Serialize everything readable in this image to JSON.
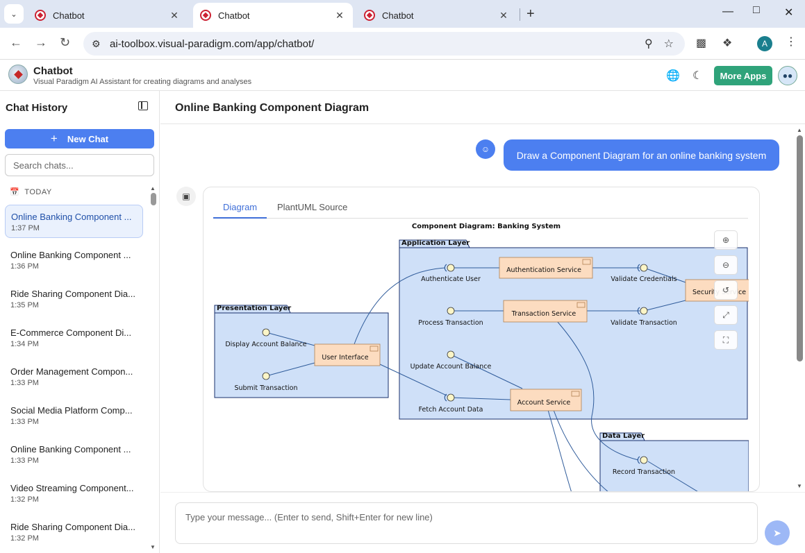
{
  "browser": {
    "tabs": [
      {
        "title": "Chatbot",
        "active": false
      },
      {
        "title": "Chatbot",
        "active": true
      },
      {
        "title": "Chatbot",
        "active": false
      }
    ],
    "url": "ai-toolbox.visual-paradigm.com/app/chatbot/",
    "profile_initial": "A"
  },
  "app": {
    "name": "Chatbot",
    "subtitle": "Visual Paradigm AI Assistant for creating diagrams and analyses",
    "more_apps_label": "More Apps"
  },
  "sidebar": {
    "title": "Chat History",
    "new_chat_label": "New Chat",
    "search_placeholder": "Search chats...",
    "group_label": "TODAY",
    "items": [
      {
        "title": "Online Banking Component ...",
        "time": "1:37 PM",
        "active": true
      },
      {
        "title": "Online Banking Component ...",
        "time": "1:36 PM"
      },
      {
        "title": "Ride Sharing Component Dia...",
        "time": "1:35 PM"
      },
      {
        "title": "E-Commerce Component Di...",
        "time": "1:34 PM"
      },
      {
        "title": "Order Management Compon...",
        "time": "1:33 PM"
      },
      {
        "title": "Social Media Platform Comp...",
        "time": "1:33 PM"
      },
      {
        "title": "Online Banking Component ...",
        "time": "1:33 PM"
      },
      {
        "title": "Video Streaming Component...",
        "time": "1:32 PM"
      },
      {
        "title": "Ride Sharing Component Dia...",
        "time": "1:32 PM"
      }
    ]
  },
  "chat": {
    "title": "Online Banking Component Diagram",
    "user_message": "Draw a Component Diagram for an online banking system",
    "tabs": [
      "Diagram",
      "PlantUML Source"
    ],
    "input_placeholder": "Type your message... (Enter to send, Shift+Enter for new line)"
  },
  "diagram": {
    "title": "Component Diagram: Banking System",
    "packages": {
      "presentation": "Presentation Layer",
      "application": "Application Layer",
      "data": "Data Layer"
    },
    "components": {
      "ui": "User Interface",
      "auth": "Authentication Service",
      "txn": "Transaction Service",
      "acct": "Account Service",
      "sec": "Security Service"
    },
    "interfaces": {
      "display_balance": "Display Account Balance",
      "submit_txn": "Submit Transaction",
      "auth_user": "Authenticate User",
      "process_txn": "Process Transaction",
      "update_balance": "Update Account Balance",
      "fetch_account": "Fetch Account Data",
      "validate_creds": "Validate Credentials",
      "validate_txn": "Validate Transaction",
      "record_txn": "Record Transaction"
    }
  }
}
